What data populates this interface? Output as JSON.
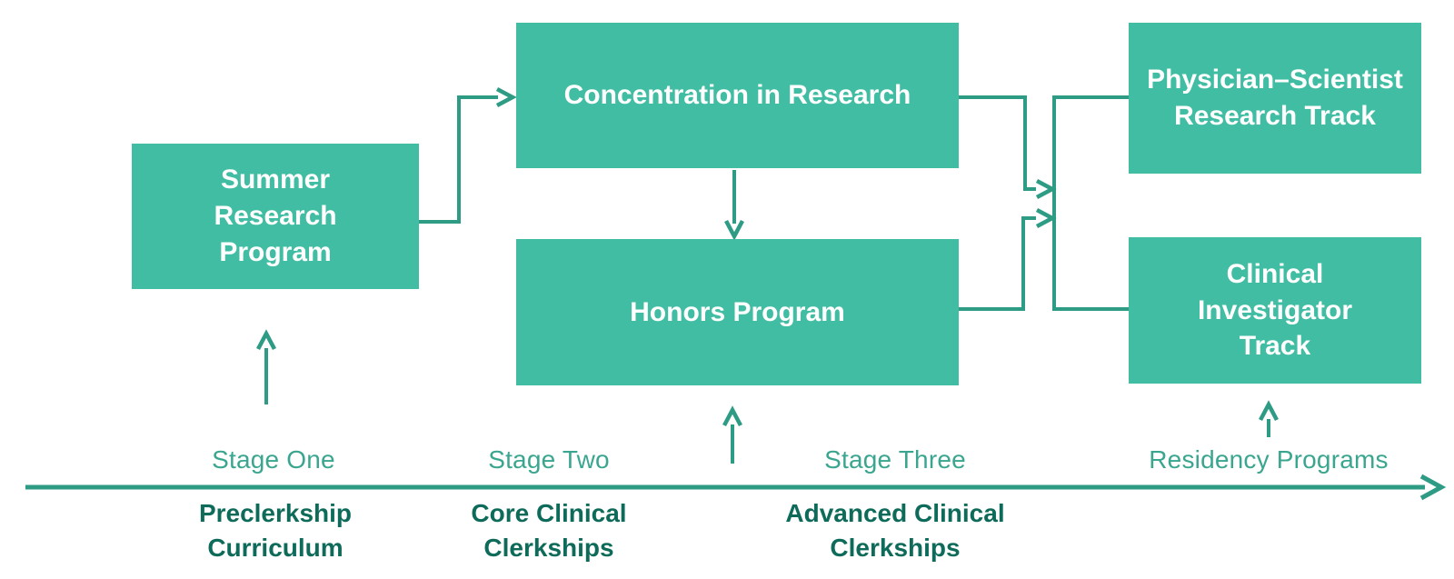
{
  "theme": {
    "background": "#ffffff",
    "box_fill": "#40bda3",
    "box_text": "#ffffff",
    "line_color": "#2e9b85",
    "stage_label_color": "#3ba690",
    "phase_label_color": "#0e6b5a"
  },
  "diagram": {
    "nodes": {
      "summer": {
        "label": "Summer\nResearch\nProgram"
      },
      "concentration": {
        "label": "Concentration in Research"
      },
      "honors": {
        "label": "Honors Program"
      },
      "physician": {
        "label": "Physician–Scientist\nResearch Track"
      },
      "clinical": {
        "label": "Clinical\nInvestigator\nTrack"
      }
    },
    "edges": [
      {
        "from": "summer-research-program",
        "to": "concentration-in-research"
      },
      {
        "from": "concentration-in-research",
        "to": "honors-program"
      },
      {
        "from": "concentration-in-research",
        "to": "tracks-junction"
      },
      {
        "from": "honors-program",
        "to": "tracks-junction"
      },
      {
        "from": "tracks-junction",
        "to": "physician-scientist-research-track"
      },
      {
        "from": "tracks-junction",
        "to": "clinical-investigator-track"
      },
      {
        "from": "stage-one",
        "to": "summer-research-program"
      },
      {
        "from": "stage-two",
        "to": "honors-program"
      },
      {
        "from": "residency-programs",
        "to": "clinical-investigator-track"
      }
    ],
    "timeline": {
      "stages": [
        {
          "label": "Stage One",
          "sublabel": "Preclerkship\nCurriculum"
        },
        {
          "label": "Stage Two",
          "sublabel": "Core Clinical\nClerkships"
        },
        {
          "label": "Stage Three",
          "sublabel": "Advanced Clinical\nClerkships"
        },
        {
          "label": "Residency Programs",
          "sublabel": ""
        }
      ]
    }
  }
}
